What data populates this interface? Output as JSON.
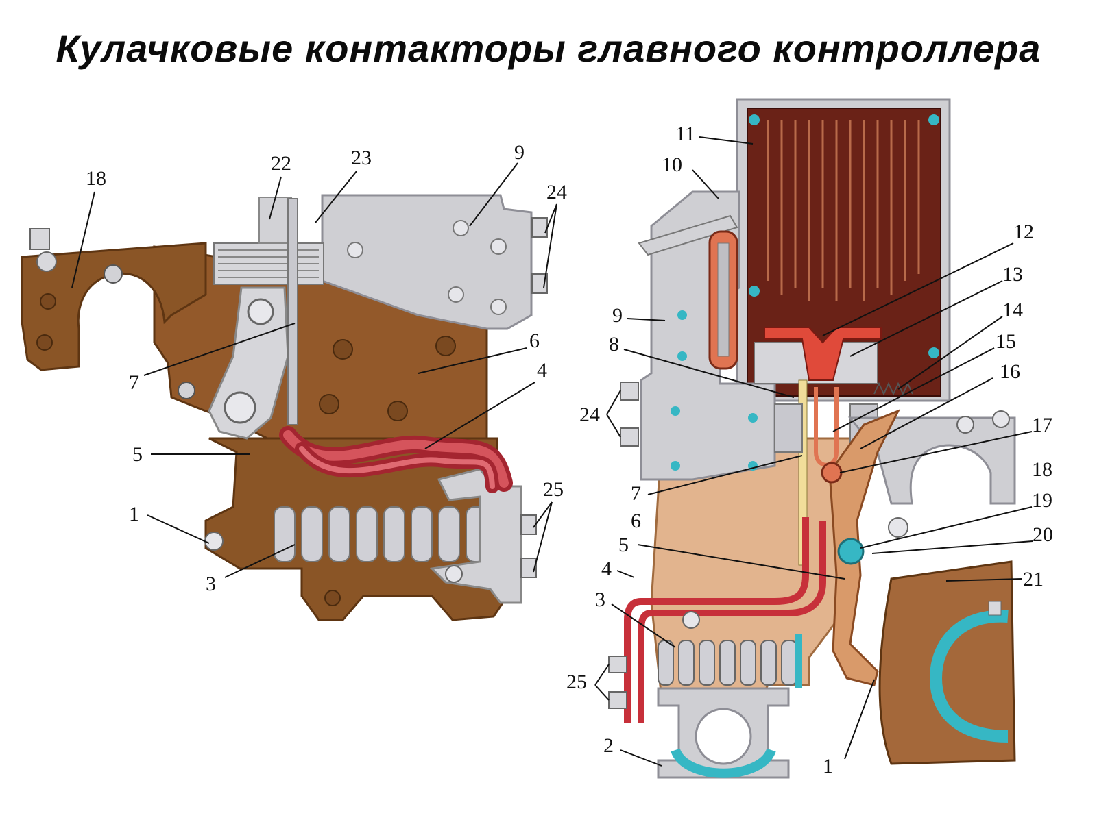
{
  "title": "Кулачковые контакторы главного контроллера",
  "colors": {
    "bronze": "#8a5526",
    "bronze_dark": "#5e3512",
    "copper_light": "#e2b48e",
    "steel": "#cfcfd3",
    "steel_dark": "#8e8e96",
    "arc_chute": "#6a2217",
    "braid_red": "#c7303a",
    "cyan": "#36b7c4",
    "spring": "#d0d0d6"
  },
  "left_view": {
    "labels": [
      "18",
      "22",
      "23",
      "9",
      "24",
      "7",
      "6",
      "4",
      "5",
      "1",
      "3",
      "25"
    ]
  },
  "right_view": {
    "labels": [
      "11",
      "10",
      "12",
      "13",
      "14",
      "15",
      "16",
      "9",
      "8",
      "24",
      "17",
      "18",
      "7",
      "6",
      "19",
      "5",
      "20",
      "4",
      "21",
      "3",
      "25",
      "2",
      "1"
    ]
  }
}
